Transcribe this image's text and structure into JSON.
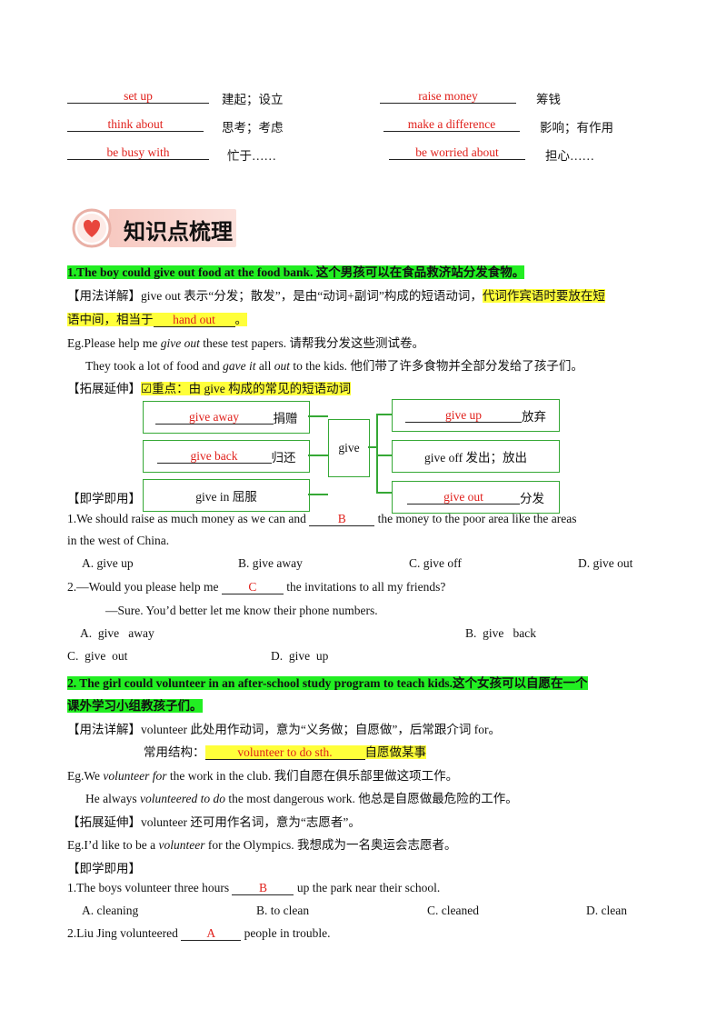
{
  "vocab": [
    {
      "answer": "set up",
      "meaning": "建起；设立"
    },
    {
      "answer": "raise money",
      "meaning": "筹钱"
    },
    {
      "answer": "think about",
      "meaning": "思考；考虑"
    },
    {
      "answer": "make a difference",
      "meaning": "影响；有作用"
    },
    {
      "answer": "be busy with",
      "meaning": "忙于……"
    },
    {
      "answer": "be worried about",
      "meaning": "担心……"
    }
  ],
  "heading": "知识点梳理",
  "s1": {
    "title": "1.The boy could give out food at the food bank. 这个男孩可以在食品救济站分发食物。",
    "usage_pre": "【用法详解】give out 表示“分发；散发”，是由“动词+副词”构成的短语动词，",
    "usage_hl1": "代词作宾语时要放在短",
    "usage_hl2": "语中间，相当于",
    "usage_answer": "hand out",
    "usage_end": "。",
    "eg1_pre": "Eg.Please help me ",
    "eg1_it": "give out",
    "eg1_post": " these test papers. 请帮我分发这些测试卷。",
    "eg2_a": "They took a lot of food and ",
    "eg2_it1": "gave it",
    "eg2_b": " all ",
    "eg2_it2": "out",
    "eg2_c": " to the kids. 他们带了许多食物并全部分发给了孩子们。",
    "ext_label": "【拓展延伸】",
    "ext_hl": "☑重点：由 give 构成的常见的短语动词",
    "diagram": {
      "center": "give",
      "left": [
        {
          "answer": "give away",
          "meaning": "捐赠"
        },
        {
          "answer": "give back",
          "meaning": "归还"
        },
        {
          "answer": "",
          "meaning": "give in 屈服"
        }
      ],
      "right": [
        {
          "answer": "give up",
          "meaning": "放弃"
        },
        {
          "answer": "",
          "meaning": "give off 发出；放出"
        },
        {
          "answer": "give out",
          "meaning": "分发"
        }
      ]
    },
    "practice_label": "【即学即用】",
    "q1_a": "1.We should raise as much money as we can and ",
    "q1_ans": "B",
    "q1_b": " the money to the poor area like the areas",
    "q1_c": "in the west of China.",
    "q1_opts": [
      "A. give up",
      "B. give away",
      "C. give off",
      "D. give out"
    ],
    "q2_a": "2.—Would you please help me ",
    "q2_ans": "C",
    "q2_b": " the invitations to all my friends?",
    "q2_c": "—Sure. You’d better let me know their phone numbers.",
    "q2_opts": [
      "A.  give   away",
      "B.  give   back",
      "C.  give  out",
      "D.  give  up"
    ]
  },
  "s2": {
    "title1": "2. The girl could volunteer in an after-school study program to teach kids.这个女孩可以自愿在一个",
    "title2": "课外学习小组教孩子们。",
    "usage": "【用法详解】volunteer 此处用作动词，意为“义务做；自愿做”，后常跟介词 for。",
    "struct_label": "常用结构：",
    "struct_answer": "volunteer to do sth.",
    "struct_meaning": "自愿做某事",
    "eg1_pre": "Eg.We ",
    "eg1_it": "volunteer for",
    "eg1_post": " the work in the club. 我们自愿在俱乐部里做这项工作。",
    "eg2_pre": "He always ",
    "eg2_it": "volunteered to do",
    "eg2_post": " the most dangerous work. 他总是自愿做最危险的工作。",
    "ext": "【拓展延伸】volunteer 还可用作名词，意为“志愿者”。",
    "eg3_pre": "Eg.I’d like to be a ",
    "eg3_it": "volunteer",
    "eg3_post": " for the Olympics. 我想成为一名奥运会志愿者。",
    "practice_label": "【即学即用】",
    "q1_a": "1.The boys volunteer three hours ",
    "q1_ans": "B",
    "q1_b": " up the park near their school.",
    "q1_opts": [
      "A. cleaning",
      "B. to clean",
      "C. cleaned",
      "D. clean"
    ],
    "q2_a": "2.Liu Jing volunteered ",
    "q2_ans": "A",
    "q2_b": " people in trouble."
  }
}
